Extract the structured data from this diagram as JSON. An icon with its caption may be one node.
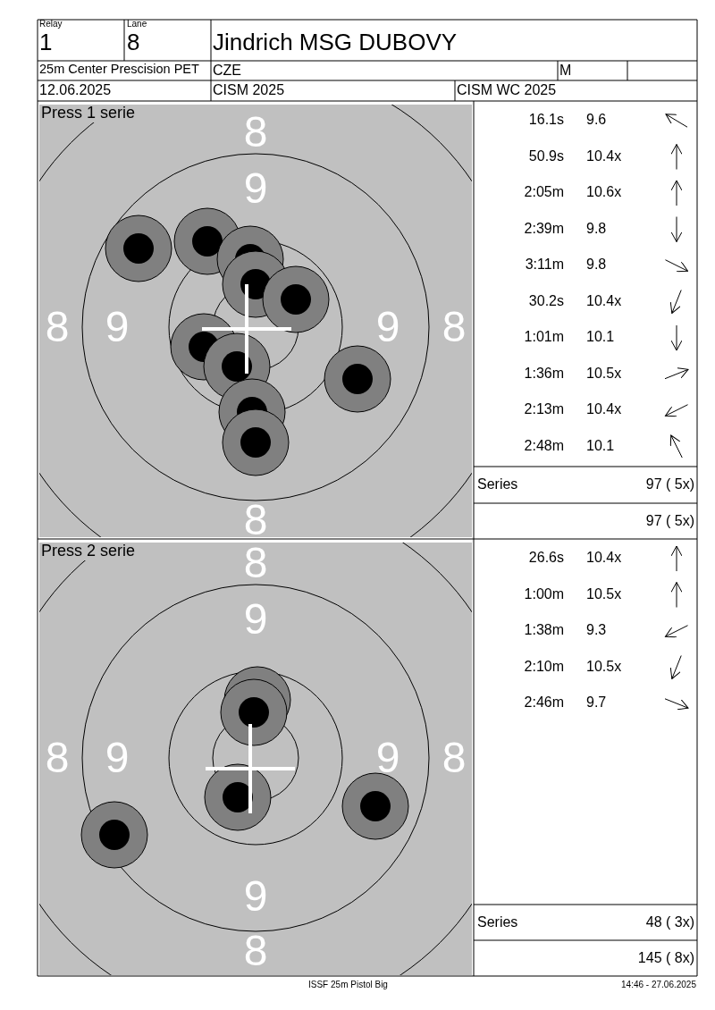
{
  "diagram": {
    "labels": [
      "Relay",
      "Lane",
      "1",
      "8",
      "Jindrich MSG DUBOVY",
      "25m Center Prescision PET",
      "CZE",
      "M",
      "12.06.2025",
      "CISM 2025",
      "CISM WC 2025",
      "Press 1 serie",
      "8",
      "9",
      "8",
      "9",
      "9",
      "8",
      "8",
      "16.1s",
      "9.6",
      "50.9s",
      "10.4x",
      "2:05m",
      "10.6x",
      "2:39m",
      "9.8",
      "3:11m",
      "9.8",
      "30.2s",
      "10.4x",
      "1:01m",
      "10.1",
      "1:36m",
      "10.5x",
      "2:13m",
      "10.4x",
      "2:48m",
      "10.1",
      "Series",
      "97 ( 5x)",
      "97 ( 5x)",
      "Press 2 serie",
      "8",
      "9",
      "8",
      "9",
      "9",
      "8",
      "9",
      "8",
      "26.6s",
      "10.4x",
      "1:00m",
      "10.5x",
      "1:38m",
      "9.3",
      "2:10m",
      "10.5x",
      "2:46m",
      "9.7",
      "Series",
      "48 ( 3x)",
      "145 ( 8x)",
      "ISSF 25m Pistol Big",
      "14:46 - 27.06.2025"
    ]
  }
}
